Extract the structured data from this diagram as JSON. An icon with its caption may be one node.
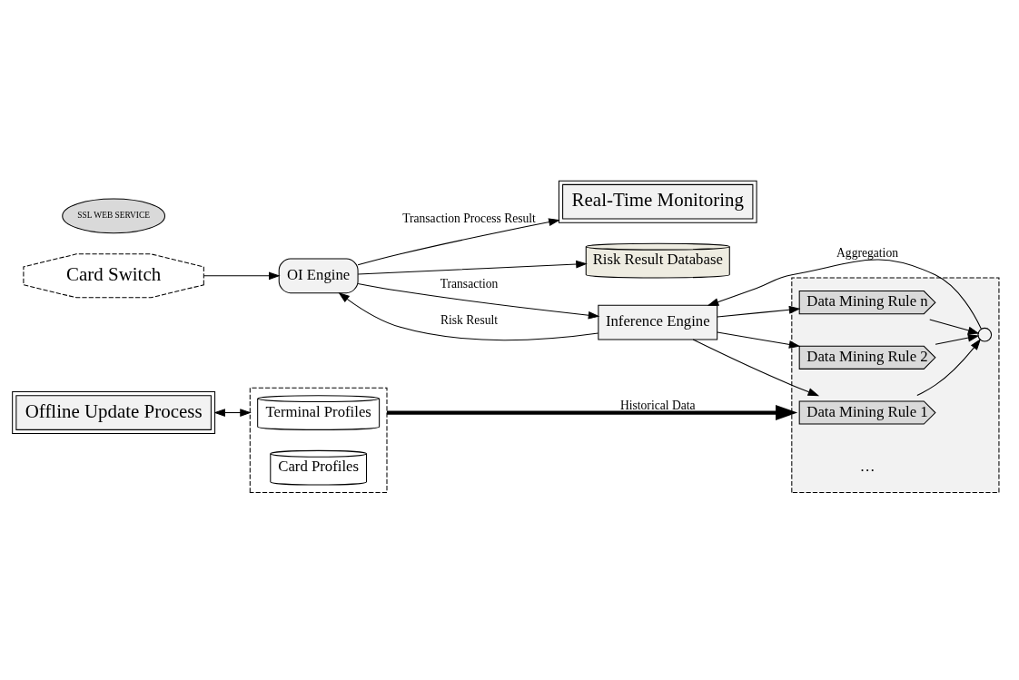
{
  "diagram": {
    "nodes": [
      {
        "text": [
          "Card Switch"
        ]
      },
      {
        "text": [
          "OI Engine"
        ]
      },
      {
        "text": [
          "SSL WEB SERVICE"
        ]
      },
      {
        "text": [
          "Inference Engine"
        ]
      },
      {
        "text": [],
        "shape": "box"
      },
      {
        "text": [
          "Data Mining Rule 1"
        ],
        "in": 4
      },
      {
        "text": [
          "Data Mining Rule 2"
        ],
        "in": 4
      },
      {
        "text": [
          "Data Mining Rule n"
        ],
        "in": 4
      },
      {
        "text": [],
        "shape": "circle",
        "in": 4
      },
      {
        "text": [
          "Real-Time Monitoring"
        ]
      },
      {
        "text": [
          "Risk Result Database"
        ]
      },
      {
        "text": [],
        "shape": "box"
      },
      {
        "text": [
          "Terminal Profiles"
        ],
        "in": 11
      },
      {
        "text": [
          "Card Profiles"
        ],
        "in": 11
      },
      {
        "text": [
          "Offline Update Process"
        ]
      }
    ],
    "edges": [
      {
        "from": 0,
        "to": 1,
        "arrow": "to"
      },
      {
        "from": 1,
        "to": 3,
        "arrow": "to",
        "label": "Transaction"
      },
      {
        "from": 3,
        "to": 1,
        "arrow": "to",
        "label": "Risk Result"
      },
      {
        "from": 3,
        "to": 5,
        "arrow": "to"
      },
      {
        "from": 3,
        "to": 6,
        "arrow": "to"
      },
      {
        "from": 3,
        "to": 7,
        "arrow": "to"
      },
      {
        "from": 5,
        "to": 8,
        "arrow": "to"
      },
      {
        "from": 6,
        "to": 8,
        "arrow": "to"
      },
      {
        "from": 7,
        "to": 8,
        "arrow": "to"
      },
      {
        "from": 8,
        "to": 3,
        "arrow": "to",
        "label": "Aggregation"
      },
      {
        "from": 1,
        "to": 9,
        "arrow": "to",
        "label": "Transaction Process Result"
      },
      {
        "from": 1,
        "to": 10,
        "arrow": "to"
      },
      {
        "from": 11,
        "to": 4,
        "arrow": "to",
        "label": "Historical Data",
        "style": "thick"
      },
      {
        "from": 14,
        "to": 11,
        "arrow": "both"
      }
    ],
    "labels": [
      "…"
    ]
  }
}
